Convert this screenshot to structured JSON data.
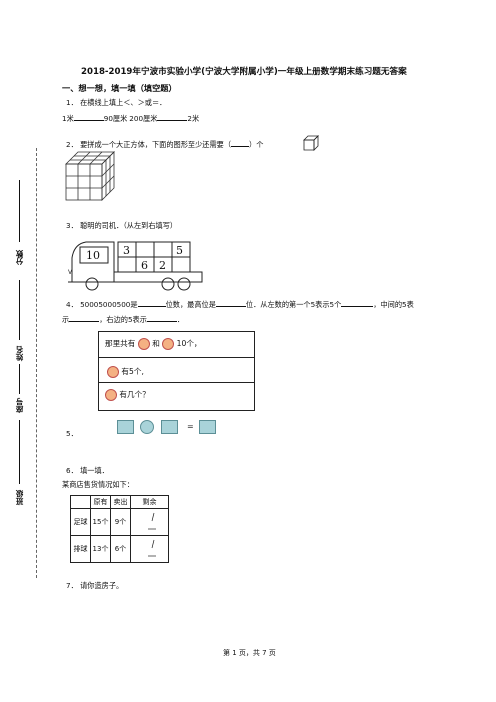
{
  "header": {
    "title": "2018-2019年宁波市实验小学(宁波大学附属小学)一年级上册数学期末练习题无答案"
  },
  "section1": {
    "label": "一、想一想，填一填（填空题）"
  },
  "q1": {
    "number": "1．",
    "text": "在横线上填上＜、＞或＝．",
    "line_a": "1米",
    "line_b": "90厘米",
    "line_c": "200厘米",
    "line_d": "2米"
  },
  "q2": {
    "number": "2．",
    "text_before": "要拼成一个大正方体，下面的图形至少还需要（",
    "text_after": "）个"
  },
  "q3": {
    "number": "3．",
    "text": "聪明的司机．（从左到右填写）",
    "cargo_top": [
      "3",
      "",
      "5"
    ],
    "cargo_bottom": [
      "",
      "6",
      "2",
      ""
    ],
    "cab_number": "10"
  },
  "q4": {
    "number": "4．",
    "text_a": "50005000500是",
    "text_b": "位数，最高位是",
    "text_c": "位．从左数的第一个5表示5个",
    "text_d": "，中间的5表",
    "text_e": "示",
    "text_f": "，右边的5表示",
    "text_g": "．"
  },
  "q5": {
    "number": "5．",
    "bubble1_a": "那里共有",
    "bubble1_b": "和",
    "bubble1_c": "10个，",
    "bubble2": "有5个,",
    "bubble3": "有几个？",
    "equals": "="
  },
  "q6": {
    "number": "6．",
    "text": "填一填．",
    "caption": "某商店售货情况如下：",
    "headers": [
      "",
      "原有",
      "卖出",
      "剩余"
    ],
    "rows": [
      {
        "item": "足球",
        "original": "15个",
        "sold": "9个"
      },
      {
        "item": "排球",
        "original": "13个",
        "sold": "6个"
      }
    ]
  },
  "q7": {
    "number": "7．",
    "text": "请你造房子。"
  },
  "sidebar": {
    "score": "分数",
    "name": "姓名",
    "id": "座号",
    "class": "班级"
  },
  "footer": {
    "page": "第 1 页，共 7 页"
  }
}
